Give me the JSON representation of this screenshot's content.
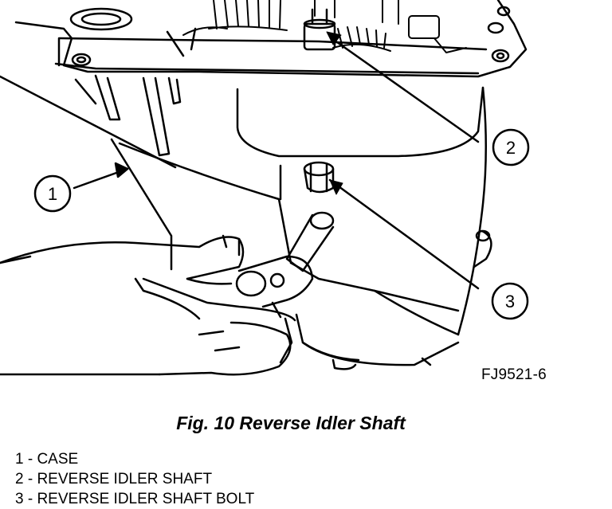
{
  "figure": {
    "code": "FJ9521-6",
    "caption": "Fig. 10 Reverse Idler Shaft",
    "callouts": [
      "1",
      "2",
      "3"
    ],
    "legend": [
      "1 - CASE",
      "2 - REVERSE IDLER SHAFT",
      "3 - REVERSE IDLER SHAFT BOLT"
    ]
  }
}
